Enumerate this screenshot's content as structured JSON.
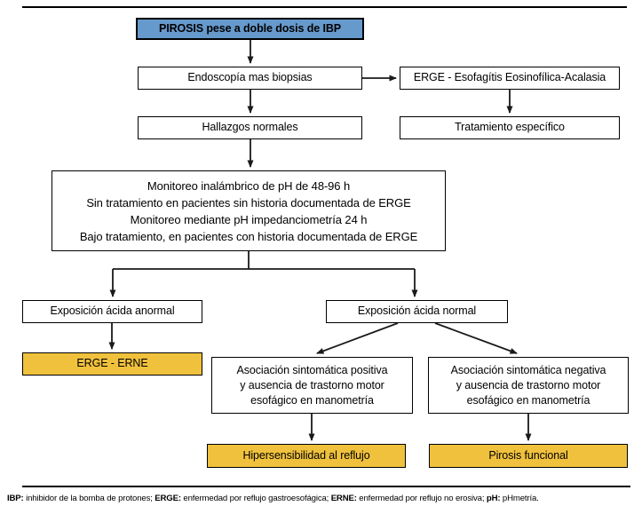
{
  "colors": {
    "node_blue": "#6699cc",
    "node_yellow": "#f0c13d",
    "arrow": "#1a1a1a"
  },
  "nodes": {
    "pirosis": "PIROSIS pese a doble dosis de IBP",
    "endoscopia": "Endoscopía mas biopsias",
    "erge_eosinofilica": "ERGE - Esofagítis Eosinofílica-Acalasia",
    "hallazgos": "Hallazgos normales",
    "tratamiento": "Tratamiento específico",
    "monitoreo_lines": [
      "Monitoreo inalámbrico de pH de 48-96 h",
      "Sin tratamiento en pacientes sin historia documentada de ERGE",
      "Monitoreo mediante pH impedanciometría 24 h",
      "Bajo tratamiento, en pacientes con historia documentada de ERGE"
    ],
    "exposicion_anormal": "Exposición ácida anormal",
    "exposicion_normal": "Exposición ácida normal",
    "erge_erne": "ERGE - ERNE",
    "asociacion_positiva_lines": [
      "Asociación sintomática positiva",
      "y ausencia de trastorno motor",
      "esofágico en manometría"
    ],
    "asociacion_negativa_lines": [
      "Asociación sintomática negativa",
      "y ausencia de trastorno motor",
      "esofágico en manometría"
    ],
    "hipersensibilidad": "Hipersensibilidad al reflujo",
    "pirosis_funcional": "Pirosis funcional"
  },
  "footnote": {
    "segments": [
      {
        "t": "IBP:"
      },
      {
        "t": " inhibidor de la bomba de protones; "
      },
      {
        "t": "ERGE:"
      },
      {
        "t": " enfermedad por reflujo gastroesofágica; "
      },
      {
        "t": "ERNE:"
      },
      {
        "t": " enfermedad por reflujo no erosiva; "
      },
      {
        "t": "pH:"
      },
      {
        "t": " pHmetría."
      }
    ]
  }
}
